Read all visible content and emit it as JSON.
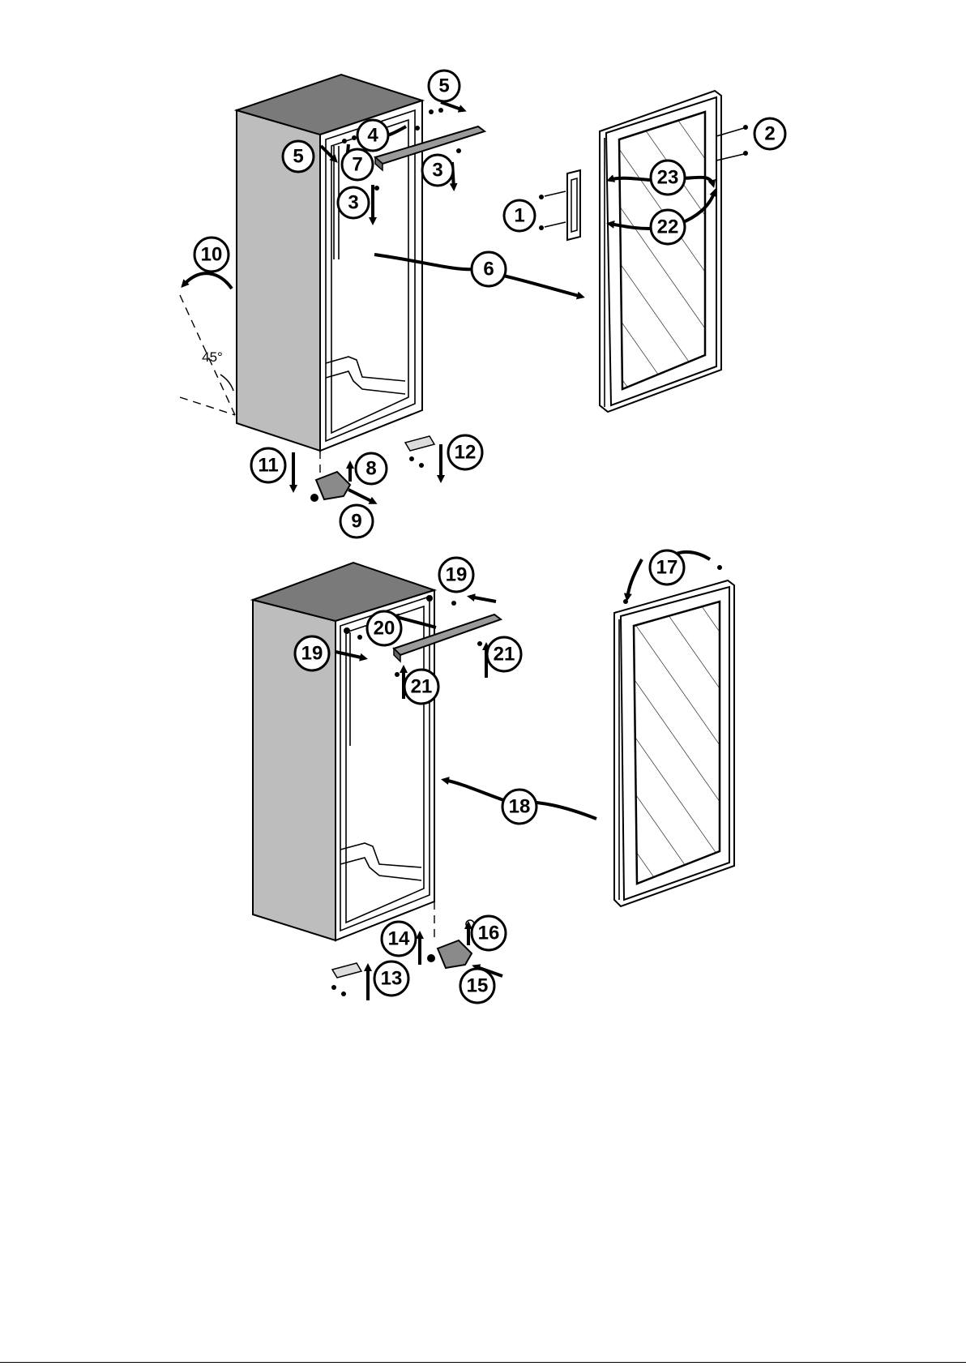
{
  "diagram": {
    "angle_label": "45°",
    "callouts": [
      {
        "id": "1",
        "label": "1"
      },
      {
        "id": "2",
        "label": "2"
      },
      {
        "id": "3a",
        "label": "3"
      },
      {
        "id": "3b",
        "label": "3"
      },
      {
        "id": "4",
        "label": "4"
      },
      {
        "id": "5a",
        "label": "5"
      },
      {
        "id": "5b",
        "label": "5"
      },
      {
        "id": "6",
        "label": "6"
      },
      {
        "id": "7",
        "label": "7"
      },
      {
        "id": "8",
        "label": "8"
      },
      {
        "id": "9",
        "label": "9"
      },
      {
        "id": "10",
        "label": "10"
      },
      {
        "id": "11",
        "label": "11"
      },
      {
        "id": "12",
        "label": "12"
      },
      {
        "id": "13",
        "label": "13"
      },
      {
        "id": "14",
        "label": "14"
      },
      {
        "id": "15",
        "label": "15"
      },
      {
        "id": "16",
        "label": "16"
      },
      {
        "id": "17",
        "label": "17"
      },
      {
        "id": "18",
        "label": "18"
      },
      {
        "id": "19a",
        "label": "19"
      },
      {
        "id": "19b",
        "label": "19"
      },
      {
        "id": "20",
        "label": "20"
      },
      {
        "id": "21a",
        "label": "21"
      },
      {
        "id": "21b",
        "label": "21"
      },
      {
        "id": "22",
        "label": "22"
      },
      {
        "id": "23",
        "label": "23"
      }
    ]
  },
  "colors": {
    "cabinet_side": "#bdbdbd",
    "cabinet_top": "#7a7a7a",
    "door_frame": "#ffffff",
    "outline": "#000000"
  }
}
